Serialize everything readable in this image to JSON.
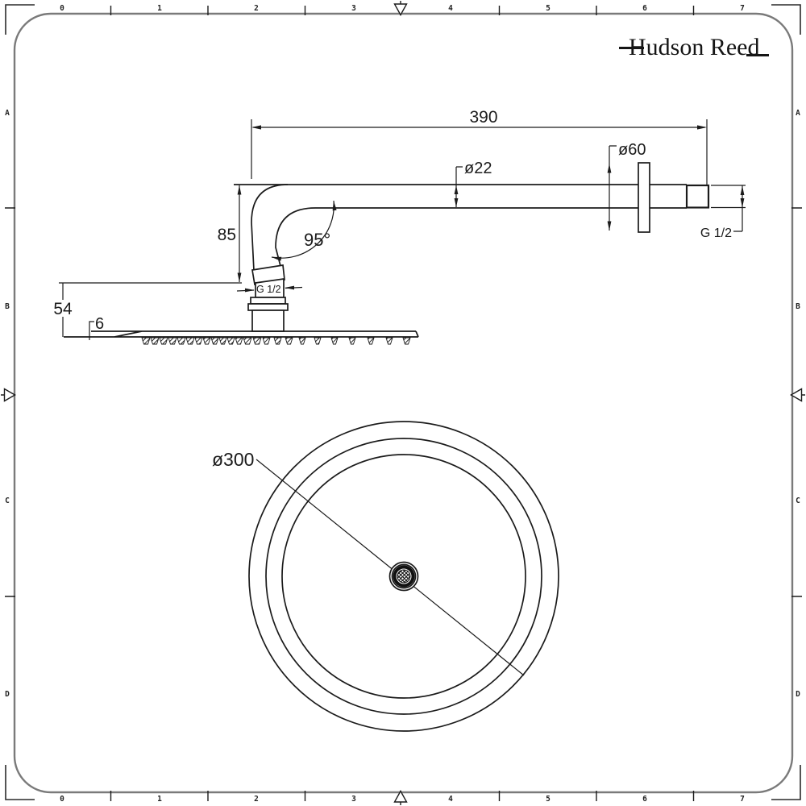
{
  "sheet": {
    "background": "#ffffff",
    "frame_color": "#7a7a7a",
    "line_color": "#1b1b1b"
  },
  "brand": {
    "logo_text": "Hudson Reed"
  },
  "ruler": {
    "top": [
      "0",
      "1",
      "2",
      "3",
      "4",
      "5",
      "6",
      "7"
    ],
    "bottom": [
      "0",
      "1",
      "2",
      "3",
      "4",
      "5",
      "6",
      "7"
    ],
    "left": [
      "A",
      "B",
      "C",
      "D"
    ],
    "right": [
      "A",
      "B",
      "C",
      "D"
    ]
  },
  "dimensions": {
    "arm_length": "390",
    "arm_tube_diameter": "ø22",
    "wall_flange_diameter": "ø60",
    "wall_thread": "G 1/2",
    "drop_to_head": "85",
    "arm_angle": "95°",
    "head_connector_thread": "G 1/2",
    "head_total_height": "54",
    "head_edge_thickness": "6",
    "head_diameter": "ø300"
  }
}
